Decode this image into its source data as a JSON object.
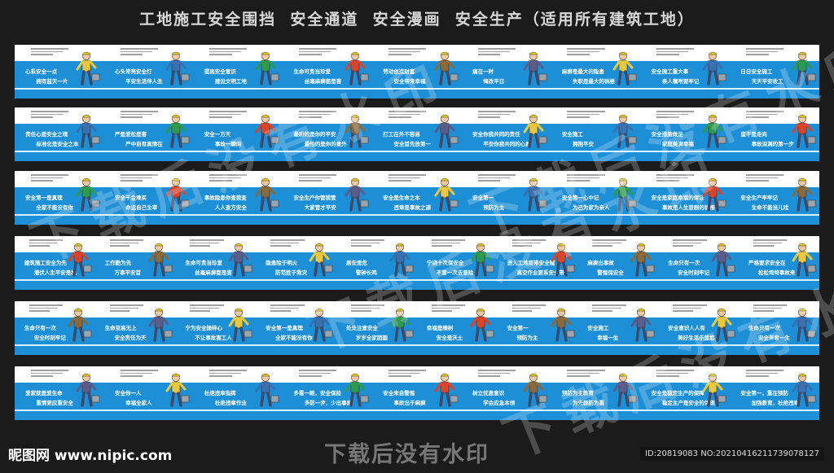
{
  "title": "工地施工安全围挡  安全通道  安全漫画  安全生产（适用所有建筑工地）",
  "colors": {
    "background": "#1b1b1b",
    "band_blue": "#1d8fd6",
    "band_white": "#ffffff"
  },
  "watermark": "下载后没有水印",
  "strips": [
    {
      "panels": [
        {
          "l1": "心系安全一点",
          "l2": "拥有蓝天一片"
        },
        {
          "l1": "心头常亮安全灯",
          "l2": "平安生活伴人生"
        },
        {
          "l1": "提高安全意识",
          "l2": "建设文明工地"
        },
        {
          "l1": "生命可贵当珍爱",
          "l2": "丝毫麻痹都是害"
        },
        {
          "l1": "劳动创造财富",
          "l2": "安全带来幸福"
        },
        {
          "l1": "痛在一时",
          "l2": "悔改平日"
        },
        {
          "l1": "麻痹是最大的隐患",
          "l2": "失职是最大的祸根"
        },
        {
          "l1": "安全施工重大事",
          "l2": "亲人嘱咐要牢记"
        },
        {
          "l1": "日日安全施工",
          "l2": "天天平安收工"
        }
      ]
    },
    {
      "panels": [
        {
          "l1": "责任心是安全之魂",
          "l2": "标准化是安全之本"
        },
        {
          "l1": "严是爱松是害",
          "l2": "严中自有真情在"
        },
        {
          "l1": "安全一万天",
          "l2": "事故一瞬间"
        },
        {
          "l1": "最盼的是你的平安",
          "l2": "最怕的是你的意外"
        },
        {
          "l1": "打工在外不容易",
          "l2": "安全首先放第一"
        },
        {
          "l1": "安全你我共同的责任",
          "l2": "平安你我共同的心愿"
        },
        {
          "l1": "安全施工",
          "l2": "拥抱平安"
        },
        {
          "l1": "安全措施做足",
          "l2": "家庭美满幸福"
        },
        {
          "l1": "蛮干是走向",
          "l2": "事故深渊的第一步"
        }
      ]
    },
    {
      "panels": [
        {
          "l1": "安全第一是真理",
          "l2": "全家不能没有你"
        },
        {
          "l1": "安全千金难买",
          "l2": "命运自己主宰"
        },
        {
          "l1": "事故隐患你查我查",
          "l2": "人人查方安全"
        },
        {
          "l1": "安全生产你管我管",
          "l2": "大家管才平安"
        },
        {
          "l1": "安全是生命之本",
          "l2": "违章是事故之源"
        },
        {
          "l1": "安全第一",
          "l2": "预防为主"
        },
        {
          "l1": "安全第一心中记",
          "l2": "为己为家为亲人"
        },
        {
          "l1": "安全是家庭幸福的保证",
          "l2": "事故是人生悲剧的祸根"
        },
        {
          "l1": "安全生产牢牢记",
          "l2": "生命不能当儿戏"
        }
      ]
    },
    {
      "panels": [
        {
          "l1": "建筑施工安全为先",
          "l2": "潜伏人生平安是福"
        },
        {
          "l1": "工作勤为先",
          "l2": "万事平安首"
        },
        {
          "l1": "生命可贵当珍爱",
          "l2": "丝毫麻痹都是害"
        },
        {
          "l1": "隐患险于明火",
          "l2": "防范胜于救灾"
        },
        {
          "l1": "居安思危",
          "l2": "警钟长鸣"
        },
        {
          "l1": "宁绕十次保安全",
          "l2": "不冒一次去冒险"
        },
        {
          "l1": "进入工地要带安全帽",
          "l2": "高空作业要系安全带"
        },
        {
          "l1": "麻痹出事故",
          "l2": "警惕保安全"
        },
        {
          "l1": "生命只有一次",
          "l2": "安全时刻牢记"
        },
        {
          "l1": "严格要求安全在",
          "l2": "松松垮垮事故来"
        }
      ]
    },
    {
      "panels": [
        {
          "l1": "生命只有一次",
          "l2": "安全时刻牢记"
        },
        {
          "l1": "生命至高无上",
          "l2": "安全责任为天"
        },
        {
          "l1": "宁为安全操碎心",
          "l2": "不让事故害工人"
        },
        {
          "l1": "安全第一是真理",
          "l2": "全家不能没有你"
        },
        {
          "l1": "处处注意安全",
          "l2": "岁岁全家团圆"
        },
        {
          "l1": "幸福是棵树",
          "l2": "安全是沃土"
        },
        {
          "l1": "安全第一",
          "l2": "预防为主"
        },
        {
          "l1": "安全施工",
          "l2": "幸福一生"
        },
        {
          "l1": "安全意识人人有",
          "l2": "美好生活乐悠悠"
        },
        {
          "l1": "生命只有一次",
          "l2": "安全伴君一生"
        }
      ]
    },
    {
      "panels": [
        {
          "l1": "爱家就是爱生命",
          "l2": "重情更应重安全"
        },
        {
          "l1": "安全你一人",
          "l2": "幸福全家人"
        },
        {
          "l1": "杜绝违章指挥",
          "l2": "杜绝违章作业"
        },
        {
          "l1": "多看一眼，安全保险",
          "l2": "多防一步，少出事故"
        },
        {
          "l1": "安全来自警惕",
          "l2": "事故出于麻痹"
        },
        {
          "l1": "树立忧患意识",
          "l2": "学会应急本领"
        },
        {
          "l1": "预防为主教育",
          "l2": "为先群防为重"
        },
        {
          "l1": "安全是稳定生产的保障",
          "l2": "稳定生产是安全的体现"
        },
        {
          "l1": "安全第一，重在预防",
          "l2": "加强教育，杜绝违章"
        }
      ]
    }
  ],
  "footer": {
    "logo": "昵图网 www.nipic.com",
    "notice": "下载后没有水印",
    "id": "ID:20819083 NO:20210416211739078127"
  }
}
